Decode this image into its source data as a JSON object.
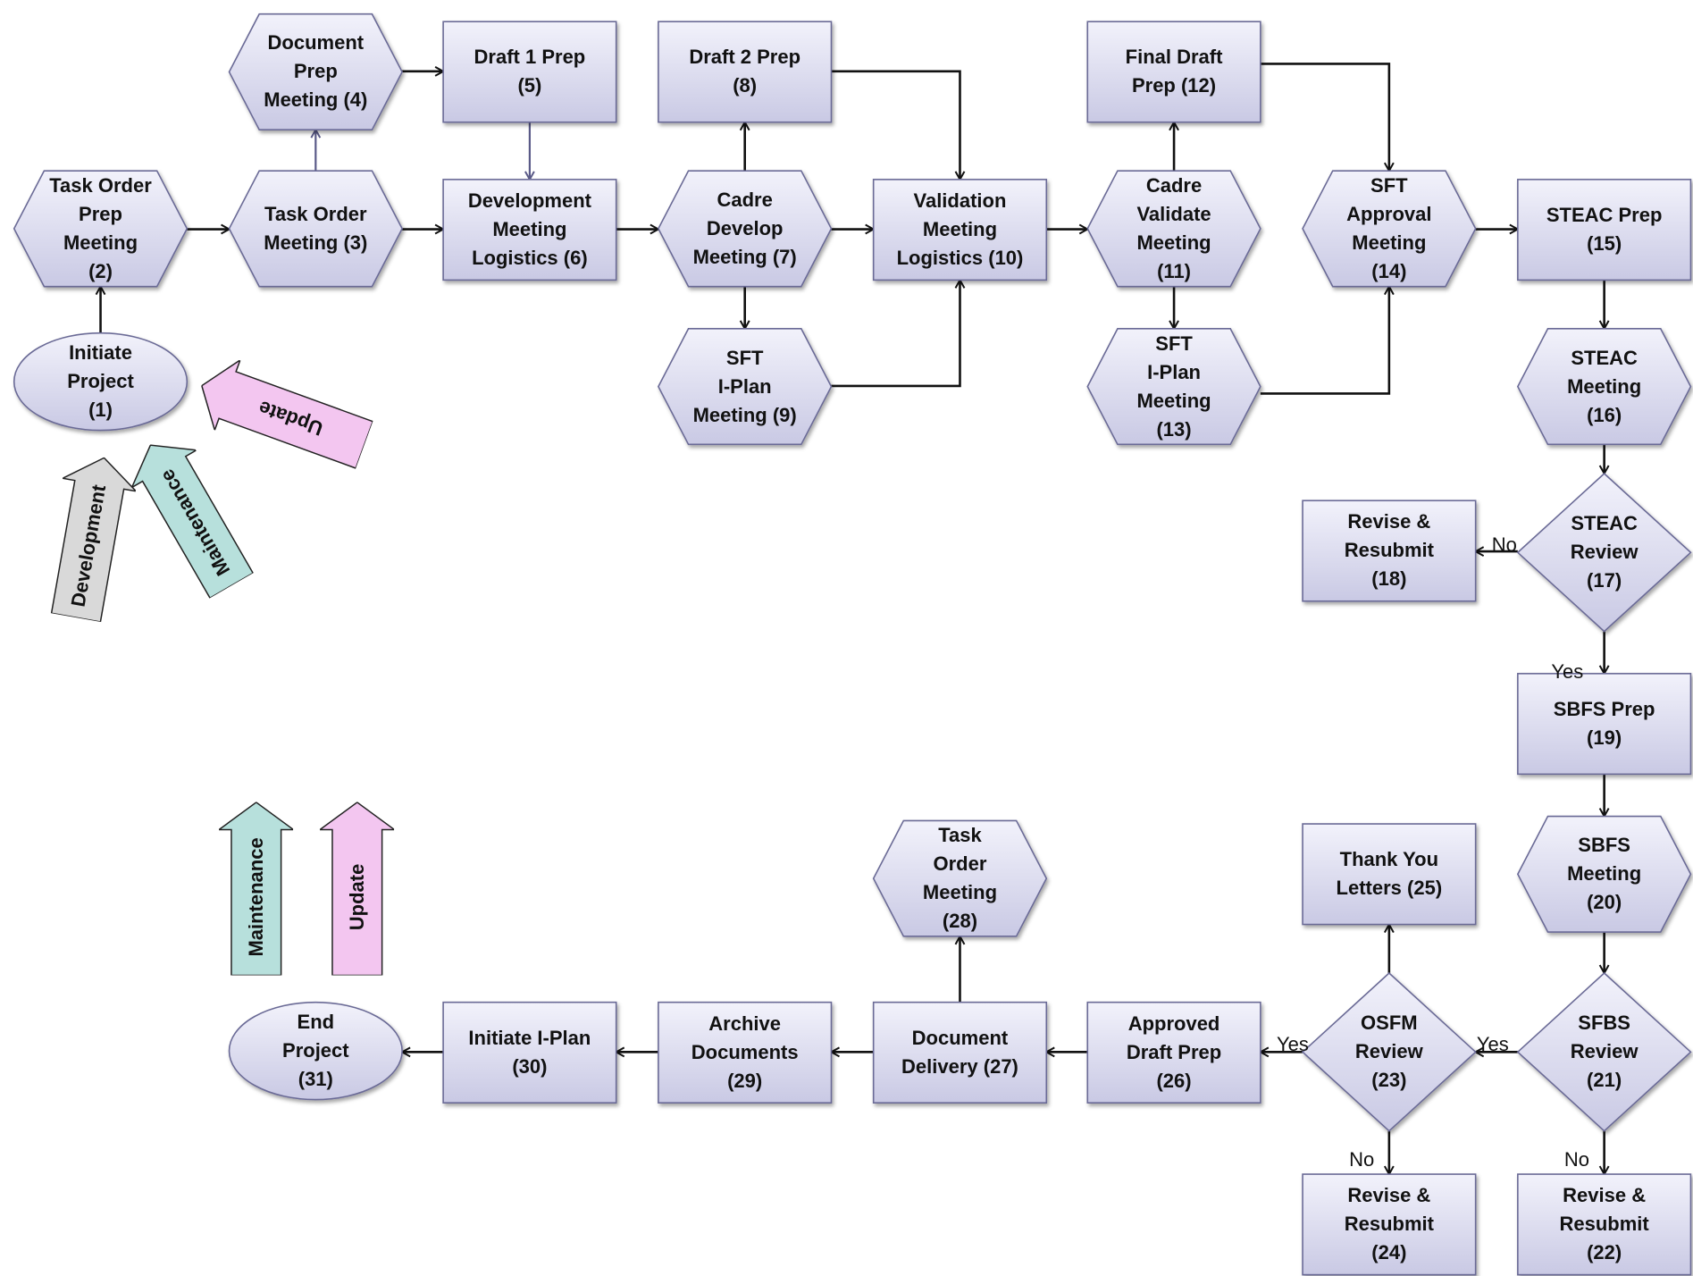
{
  "nodes": [
    {
      "id": "n1",
      "shape": "ellipse",
      "label": "Initiate\nProject\n(1)"
    },
    {
      "id": "n2",
      "shape": "hexagon",
      "label": "Task Order\nPrep\nMeeting\n(2)"
    },
    {
      "id": "n3",
      "shape": "hexagon",
      "label": "Task Order\nMeeting (3)"
    },
    {
      "id": "n4",
      "shape": "hexagon",
      "label": "Document\nPrep\nMeeting (4)"
    },
    {
      "id": "n5",
      "shape": "rect",
      "label": "Draft 1 Prep\n(5)"
    },
    {
      "id": "n6",
      "shape": "rect",
      "label": "Development\nMeeting\nLogistics (6)"
    },
    {
      "id": "n7",
      "shape": "hexagon",
      "label": "Cadre\nDevelop\nMeeting (7)"
    },
    {
      "id": "n8",
      "shape": "rect",
      "label": "Draft 2 Prep\n(8)"
    },
    {
      "id": "n9",
      "shape": "hexagon",
      "label": "SFT\nI-Plan\nMeeting (9)"
    },
    {
      "id": "n10",
      "shape": "rect",
      "label": "Validation\nMeeting\nLogistics (10)"
    },
    {
      "id": "n11",
      "shape": "hexagon",
      "label": "Cadre\nValidate\nMeeting\n(11)"
    },
    {
      "id": "n12",
      "shape": "rect",
      "label": "Final Draft\nPrep (12)"
    },
    {
      "id": "n13",
      "shape": "hexagon",
      "label": "SFT\nI-Plan\nMeeting\n(13)"
    },
    {
      "id": "n14",
      "shape": "hexagon",
      "label": "SFT\nApproval\nMeeting\n(14)"
    },
    {
      "id": "n15",
      "shape": "rect",
      "label": "STEAC Prep\n(15)"
    },
    {
      "id": "n16",
      "shape": "hexagon",
      "label": "STEAC\nMeeting\n(16)"
    },
    {
      "id": "n17",
      "shape": "diamond",
      "label": "STEAC\nReview\n(17)"
    },
    {
      "id": "n18",
      "shape": "rect",
      "label": "Revise &\nResubmit\n(18)"
    },
    {
      "id": "n19",
      "shape": "rect",
      "label": "SBFS Prep\n(19)"
    },
    {
      "id": "n20",
      "shape": "hexagon",
      "label": "SBFS\nMeeting\n(20)"
    },
    {
      "id": "n21",
      "shape": "diamond",
      "label": "SFBS\nReview\n(21)"
    },
    {
      "id": "n22",
      "shape": "rect",
      "label": "Revise &\nResubmit\n(22)"
    },
    {
      "id": "n23",
      "shape": "diamond",
      "label": "OSFM\nReview\n(23)"
    },
    {
      "id": "n24",
      "shape": "rect",
      "label": "Revise &\nResubmit\n(24)"
    },
    {
      "id": "n25",
      "shape": "rect",
      "label": "Thank You\nLetters (25)"
    },
    {
      "id": "n26",
      "shape": "rect",
      "label": "Approved\nDraft Prep\n(26)"
    },
    {
      "id": "n27",
      "shape": "rect",
      "label": "Document\nDelivery (27)"
    },
    {
      "id": "n28",
      "shape": "hexagon",
      "label": "Task\nOrder\nMeeting\n(28)"
    },
    {
      "id": "n29",
      "shape": "rect",
      "label": "Archive\nDocuments\n(29)"
    },
    {
      "id": "n30",
      "shape": "rect",
      "label": "Initiate I-Plan\n(30)"
    },
    {
      "id": "n31",
      "shape": "ellipse",
      "label": "End\nProject\n(31)"
    }
  ],
  "edges": [
    {
      "from": "n1",
      "to": "n2"
    },
    {
      "from": "n2",
      "to": "n3"
    },
    {
      "from": "n3",
      "to": "n4"
    },
    {
      "from": "n4",
      "to": "n5"
    },
    {
      "from": "n5",
      "to": "n6"
    },
    {
      "from": "n3",
      "to": "n6"
    },
    {
      "from": "n6",
      "to": "n7"
    },
    {
      "from": "n7",
      "to": "n8"
    },
    {
      "from": "n7",
      "to": "n9"
    },
    {
      "from": "n7",
      "to": "n10"
    },
    {
      "from": "n8",
      "to": "n10"
    },
    {
      "from": "n9",
      "to": "n10"
    },
    {
      "from": "n10",
      "to": "n11"
    },
    {
      "from": "n11",
      "to": "n12"
    },
    {
      "from": "n11",
      "to": "n13"
    },
    {
      "from": "n12",
      "to": "n14"
    },
    {
      "from": "n13",
      "to": "n14"
    },
    {
      "from": "n14",
      "to": "n15"
    },
    {
      "from": "n15",
      "to": "n16"
    },
    {
      "from": "n16",
      "to": "n17"
    },
    {
      "from": "n17",
      "to": "n18",
      "label": "No"
    },
    {
      "from": "n17",
      "to": "n19",
      "label": "Yes"
    },
    {
      "from": "n19",
      "to": "n20"
    },
    {
      "from": "n20",
      "to": "n21"
    },
    {
      "from": "n21",
      "to": "n22",
      "label": "No"
    },
    {
      "from": "n21",
      "to": "n23",
      "label": "Yes"
    },
    {
      "from": "n23",
      "to": "n24",
      "label": "No"
    },
    {
      "from": "n23",
      "to": "n26",
      "label": "Yes"
    },
    {
      "from": "n23",
      "to": "n25"
    },
    {
      "from": "n26",
      "to": "n27"
    },
    {
      "from": "n27",
      "to": "n28"
    },
    {
      "from": "n27",
      "to": "n29"
    },
    {
      "from": "n29",
      "to": "n30"
    },
    {
      "from": "n30",
      "to": "n31"
    }
  ],
  "side_arrows": [
    {
      "id": "development-top",
      "label": "Development",
      "color": "#d9d9d9"
    },
    {
      "id": "maintenance-top",
      "label": "Maintenance",
      "color": "#b7e0dc"
    },
    {
      "id": "update-top",
      "label": "Update",
      "color": "#f3c6f0"
    },
    {
      "id": "maintenance-bottom",
      "label": "Maintenance",
      "color": "#b7e0dc"
    },
    {
      "id": "update-bottom",
      "label": "Update",
      "color": "#f3c6f0"
    }
  ],
  "colors": {
    "node_fill_top": "#f2f2fb",
    "node_fill_bottom": "#c9c9e4",
    "node_stroke": "#6b6b96",
    "line": "#111111"
  }
}
